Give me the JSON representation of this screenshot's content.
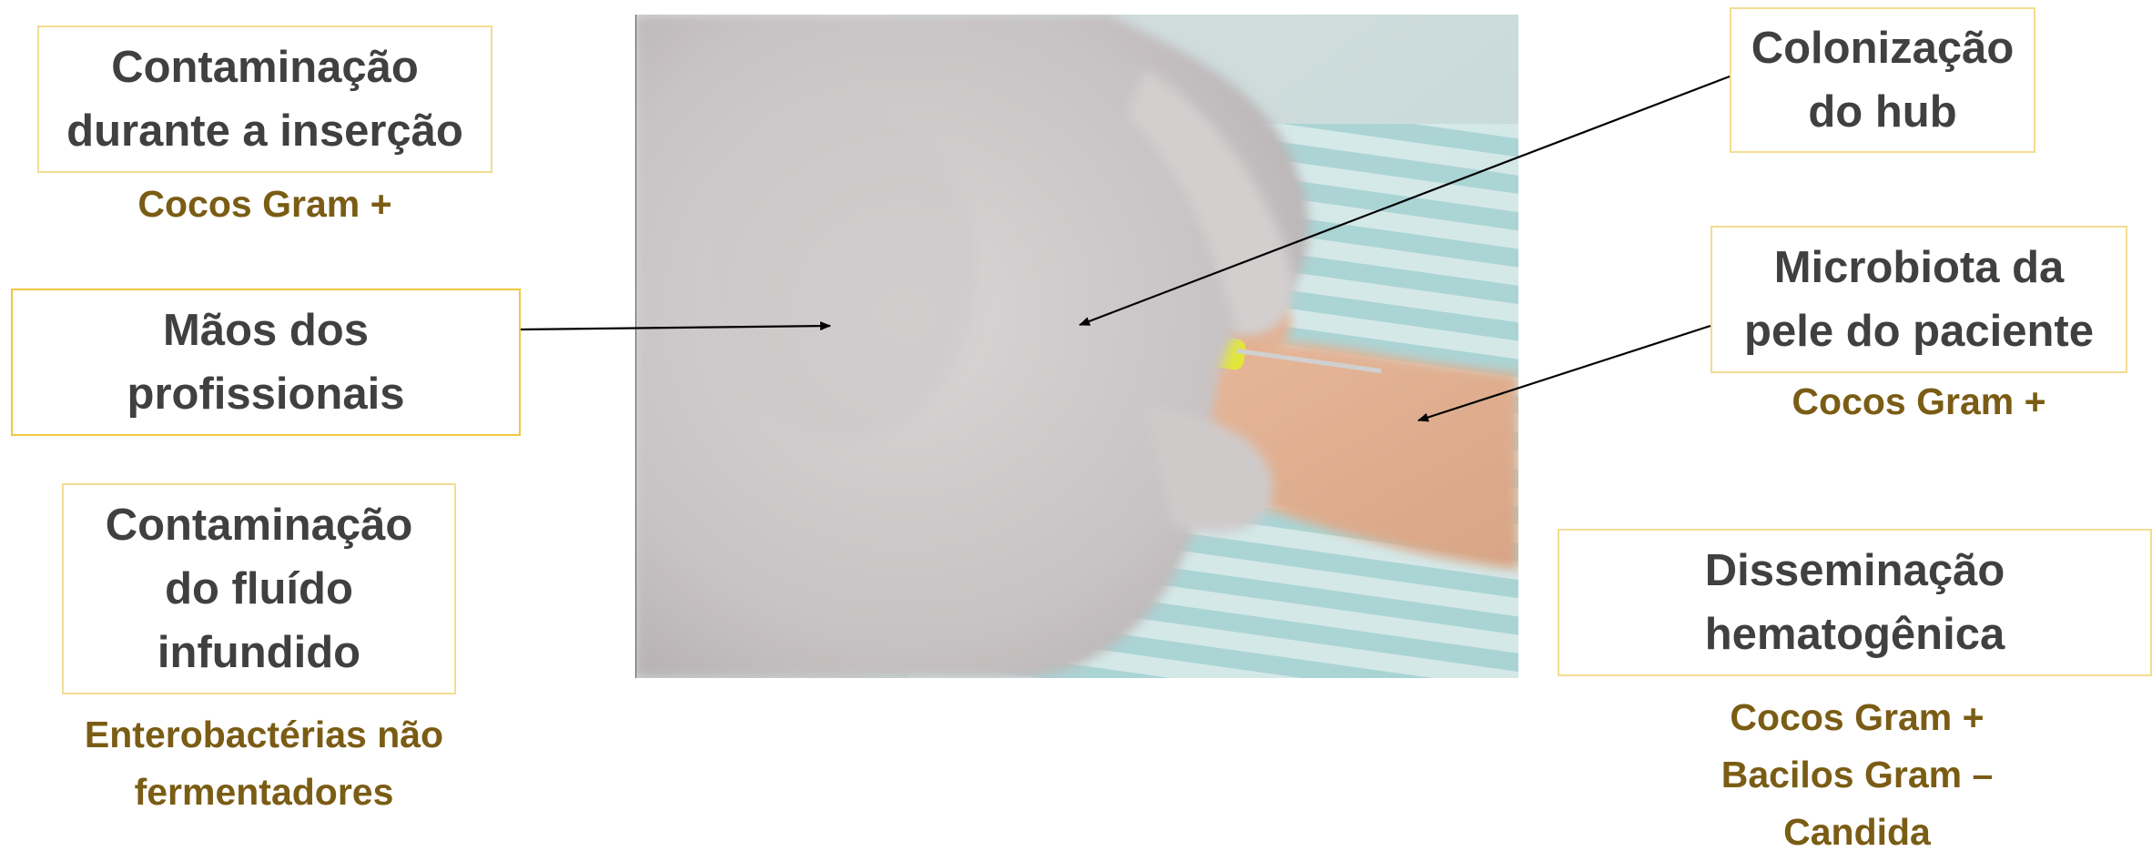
{
  "left_labels": {
    "insertion": {
      "lines": [
        "Contaminação",
        "durante a inserção"
      ],
      "organism": "Cocos Gram +"
    },
    "hands": {
      "lines": [
        "Mãos dos",
        "profissionais"
      ]
    },
    "fluid": {
      "lines": [
        "Contaminação",
        "do fluído",
        "infundido"
      ],
      "organism_lines": [
        "Enterobactérias não",
        "fermentadores"
      ]
    }
  },
  "right_labels": {
    "hub": {
      "lines": [
        "Colonização",
        "do hub"
      ]
    },
    "skin": {
      "lines": [
        "Microbiota da",
        "pele do paciente"
      ],
      "organism": "Cocos Gram +"
    },
    "hematogenous": {
      "lines": [
        "Disseminação",
        "hematogênica"
      ],
      "organism_lines": [
        "Cocos Gram +",
        "Bacilos Gram –",
        "Candida"
      ]
    }
  },
  "photo": {
    "subject": "gloved hands inserting a yellow peripheral IV catheter into an infant's hand"
  },
  "colors": {
    "box_border": "#f3dc92",
    "label_text": "#404040",
    "organism_text": "#7a5c14",
    "catheter": "#e2e63a"
  }
}
